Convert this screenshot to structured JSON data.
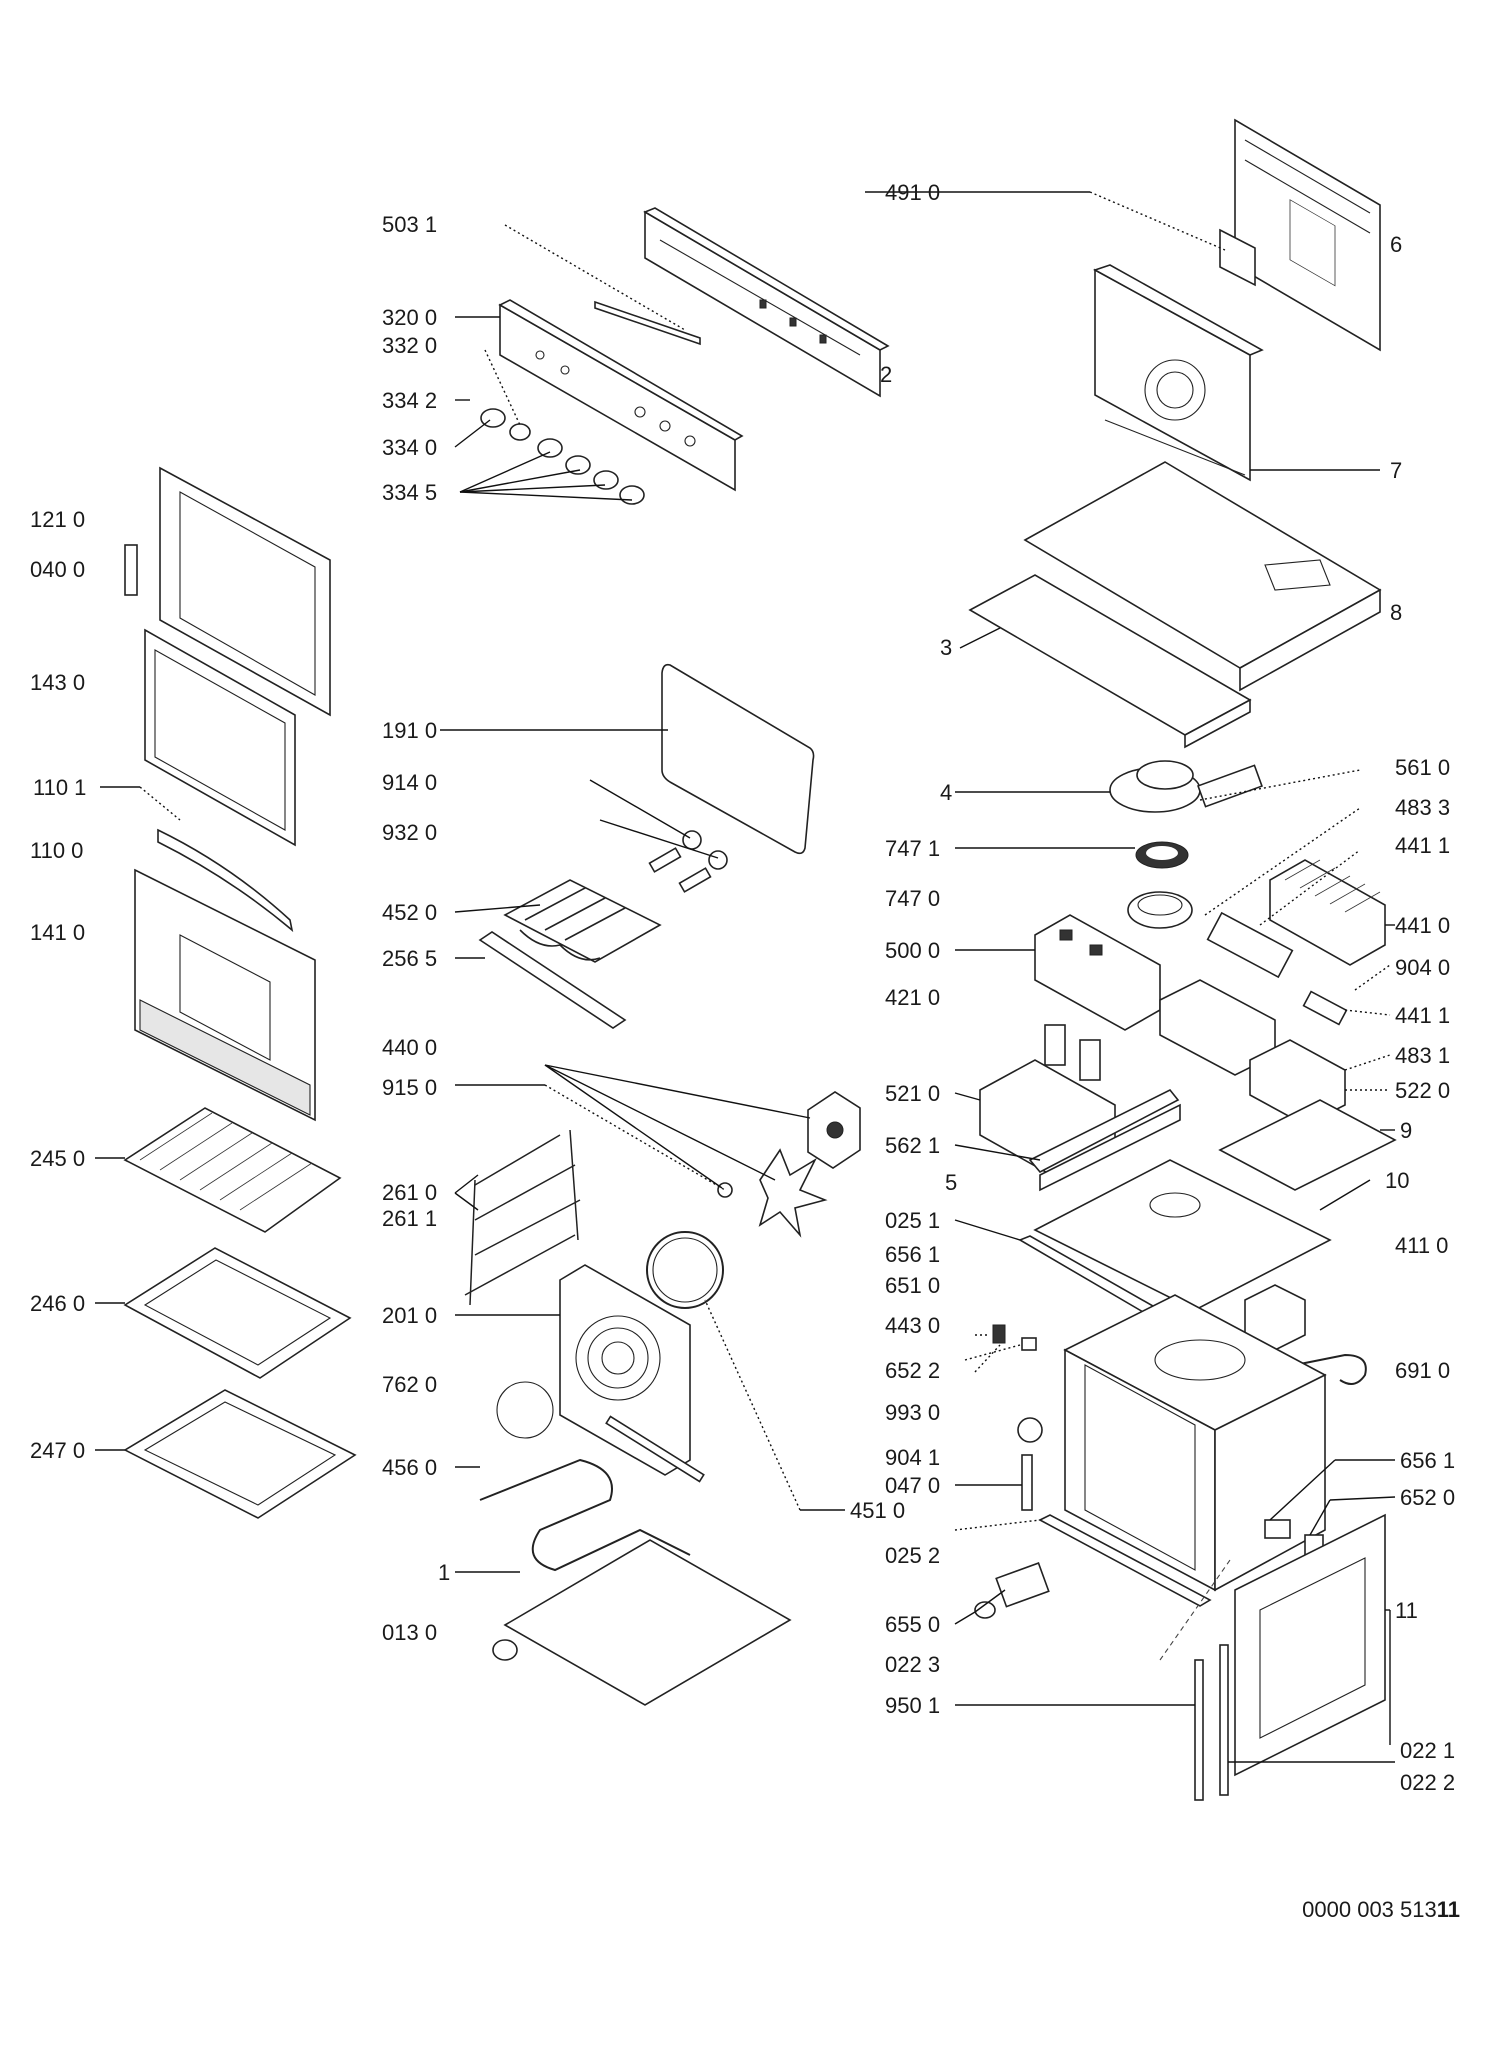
{
  "labels": {
    "l_503_1": "503 1",
    "l_320_0": "320 0",
    "l_332_0": "332 0",
    "l_334_2": "334 2",
    "l_334_0": "334 0",
    "l_334_5": "334 5",
    "l_2": "2",
    "l_491_0": "491 0",
    "l_6": "6",
    "l_7": "7",
    "l_8": "8",
    "l_3": "3",
    "l_121_0": "121 0",
    "l_040_0": "040 0",
    "l_143_0": "143 0",
    "l_110_1": "110 1",
    "l_110_0": "110 0",
    "l_141_0": "141 0",
    "l_245_0": "245 0",
    "l_246_0": "246 0",
    "l_247_0": "247 0",
    "l_191_0": "191 0",
    "l_914_0": "914 0",
    "l_932_0": "932 0",
    "l_452_0": "452 0",
    "l_256_5": "256 5",
    "l_440_0": "440 0",
    "l_915_0": "915 0",
    "l_261_0": "261 0",
    "l_261_1": "261 1",
    "l_201_0": "201 0",
    "l_762_0": "762 0",
    "l_456_0": "456 0",
    "l_1": "1",
    "l_013_0": "013 0",
    "l_451_0": "451 0",
    "l_4": "4",
    "l_561_0": "561 0",
    "l_483_3": "483 3",
    "l_747_1": "747 1",
    "l_441_1a": "441 1",
    "l_747_0": "747 0",
    "l_441_0": "441 0",
    "l_500_0": "500 0",
    "l_904_0": "904 0",
    "l_421_0": "421 0",
    "l_441_1b": "441 1",
    "l_483_1": "483 1",
    "l_521_0": "521 0",
    "l_522_0": "522 0",
    "l_562_1": "562 1",
    "l_9": "9",
    "l_5": "5",
    "l_10": "10",
    "l_025_1": "025 1",
    "l_411_0": "411 0",
    "l_656_1a": "656 1",
    "l_651_0": "651 0",
    "l_443_0": "443 0",
    "l_652_2": "652 2",
    "l_691_0": "691 0",
    "l_993_0": "993 0",
    "l_904_1": "904 1",
    "l_656_1b": "656 1",
    "l_047_0": "047 0",
    "l_652_0": "652 0",
    "l_025_2": "025 2",
    "l_11": "11",
    "l_655_0": "655 0",
    "l_022_3": "022 3",
    "l_950_1": "950 1",
    "l_022_1": "022 1",
    "l_022_2": "022 2"
  },
  "document_number": {
    "main": "0000 003 513",
    "suffix": "11"
  }
}
